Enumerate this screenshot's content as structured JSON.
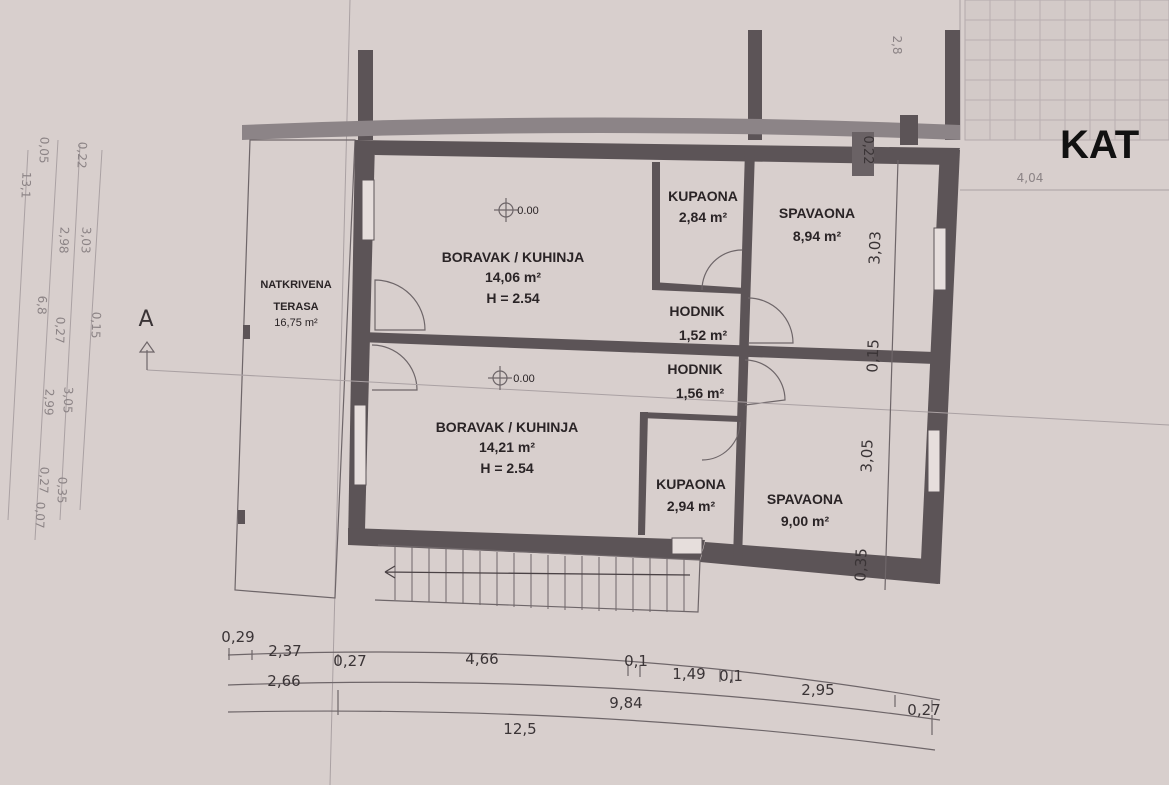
{
  "title": "KAT",
  "section_marker": "A",
  "rooms": {
    "terasa": {
      "name1": "NATKRIVENA",
      "name2": "TERASA",
      "area": "16,75 m²"
    },
    "boravak_top": {
      "name": "BORAVAK / KUHINJA",
      "area": "14,06 m²",
      "height": "H = 2.54",
      "level": "0.00"
    },
    "boravak_bottom": {
      "name": "BORAVAK / KUHINJA",
      "area": "14,21 m²",
      "height": "H = 2.54",
      "level": "0.00"
    },
    "kupaona_top": {
      "name": "KUPAONA",
      "area": "2,84 m²"
    },
    "kupaona_bottom": {
      "name": "KUPAONA",
      "area": "2,94 m²"
    },
    "hodnik_top": {
      "name": "HODNIK",
      "area": "1,52 m²"
    },
    "hodnik_bottom": {
      "name": "HODNIK",
      "area": "1,56 m²"
    },
    "spavaona_top": {
      "name": "SPAVAONA",
      "area": "8,94 m²"
    },
    "spavaona_bottom": {
      "name": "SPAVAONA",
      "area": "9,00 m²"
    }
  },
  "dimensions": {
    "bottom_row1": [
      "0,29",
      "2,37",
      "0,27",
      "4,66",
      "0,1",
      "1,49",
      "0,1",
      "2,95",
      "0,27"
    ],
    "bottom_row2": [
      "2,66",
      "9,84"
    ],
    "bottom_row3": [
      "12,5"
    ],
    "right": [
      "0,22",
      "3,03",
      "0,15",
      "3,05",
      "0,35"
    ],
    "left": [
      "13,1",
      "0,05",
      "6,8",
      "0,27",
      "0,07",
      "0,22",
      "2,98",
      "2,99",
      "0,27",
      "0,35",
      "3,03",
      "0,15",
      "3,05"
    ],
    "top_faint": [
      "2,8",
      "4,04"
    ]
  }
}
